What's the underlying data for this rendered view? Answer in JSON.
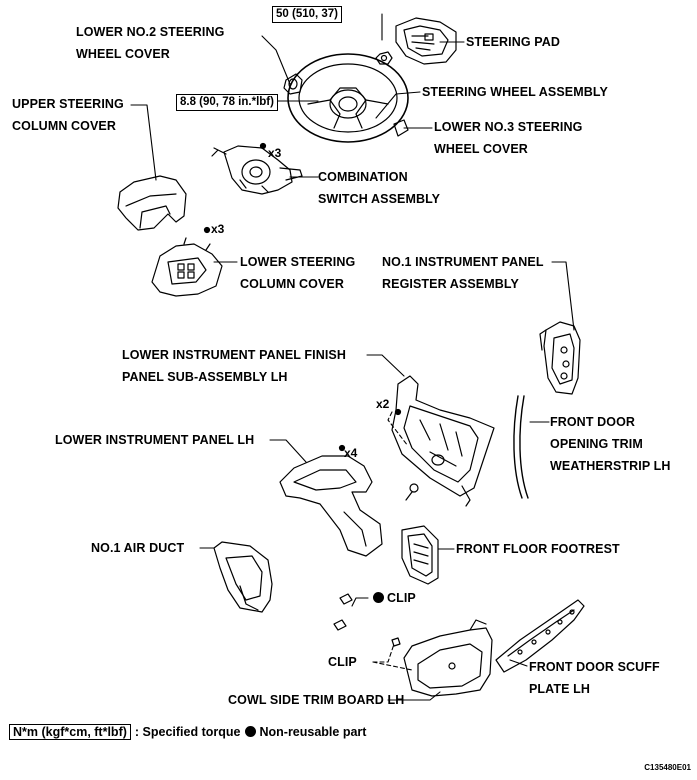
{
  "labels": {
    "lower_no2_cover": [
      "LOWER NO.2 STEERING",
      "WHEEL COVER"
    ],
    "upper_column_cover": [
      "UPPER STEERING",
      "COLUMN COVER"
    ],
    "steering_pad": "STEERING PAD",
    "steering_wheel_assembly": "STEERING WHEEL ASSEMBLY",
    "lower_no3_cover": [
      "LOWER NO.3 STEERING",
      "WHEEL COVER"
    ],
    "combination_switch": [
      "COMBINATION",
      "SWITCH ASSEMBLY"
    ],
    "lower_column_cover": [
      "LOWER STEERING",
      "COLUMN COVER"
    ],
    "register_assembly": [
      "NO.1 INSTRUMENT PANEL",
      "REGISTER ASSEMBLY"
    ],
    "finish_panel": [
      "LOWER INSTRUMENT PANEL FINISH",
      "PANEL SUB-ASSEMBLY LH"
    ],
    "front_door_weatherstrip": [
      "FRONT DOOR",
      "OPENING TRIM",
      "WEATHERSTRIP LH"
    ],
    "lower_instrument_panel": "LOWER INSTRUMENT PANEL LH",
    "air_duct": "NO.1 AIR DUCT",
    "floor_footrest": "FRONT FLOOR FOOTREST",
    "clip_1": "CLIP",
    "clip_2": "CLIP",
    "front_door_scuff": [
      "FRONT DOOR SCUFF",
      "PLATE LH"
    ],
    "cowl_side_trim": "COWL SIDE TRIM BOARD LH"
  },
  "torques": {
    "pad_nut": "50 (510, 37)",
    "wheel_screw": "8.8 (90, 78 in.*lbf)"
  },
  "multipliers": {
    "combination_screws": "x3",
    "column_cover_screws": "x3",
    "finish_panel_screws": "x2",
    "lower_panel_screws": "x4"
  },
  "legend": {
    "torque_box": "N*m (kgf*cm, ft*lbf)",
    "torque_text": ": Specified torque",
    "nonreusable_text": "Non-reusable part"
  },
  "figure_code": "C135480E01"
}
